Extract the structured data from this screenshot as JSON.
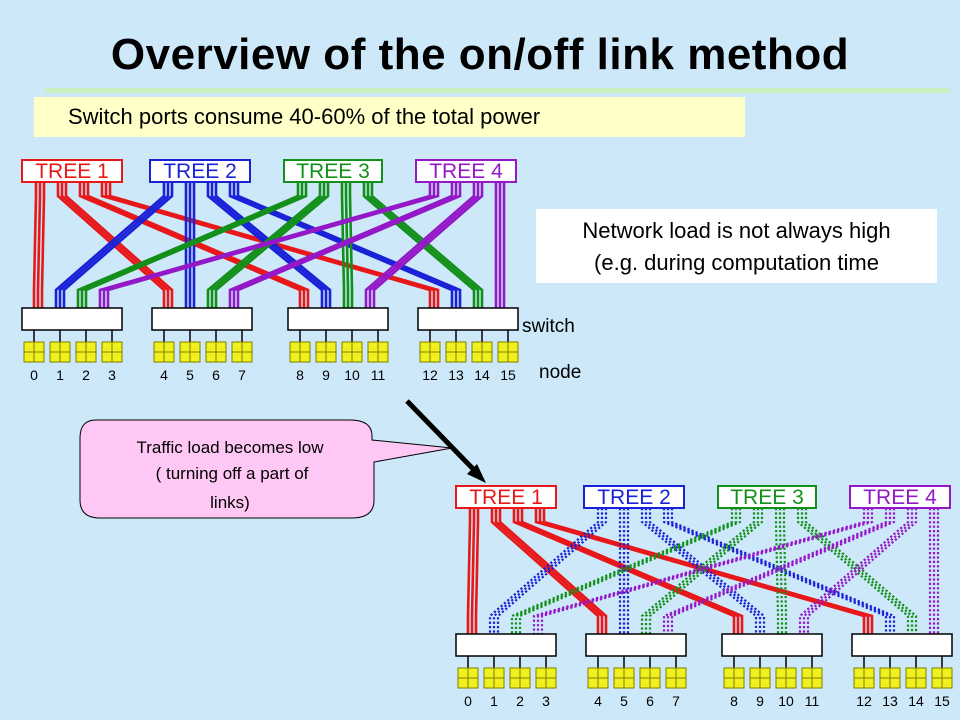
{
  "title": "Overview of the on/off link method",
  "power_note": "Switch ports consume 40-60% of the total power",
  "load_note": {
    "line1": "Network load is not always high",
    "line2": "(e.g. during computation time"
  },
  "legend": {
    "switch": "switch",
    "node": "node"
  },
  "bubble": {
    "line1": "Traffic load becomes low",
    "line2": "( turning off a part of",
    "line3": "links)"
  },
  "trees": [
    {
      "label": "TREE 1",
      "color": "#e8181a"
    },
    {
      "label": "TREE 2",
      "color": "#1a22d8"
    },
    {
      "label": "TREE 3",
      "color": "#12901a"
    },
    {
      "label": "TREE 4",
      "color": "#9418c8"
    }
  ],
  "node_numbers": [
    "0",
    "1",
    "2",
    "3",
    "4",
    "5",
    "6",
    "7",
    "8",
    "9",
    "10",
    "11",
    "12",
    "13",
    "14",
    "15"
  ],
  "after_active_trees": [
    "TREE 1"
  ]
}
